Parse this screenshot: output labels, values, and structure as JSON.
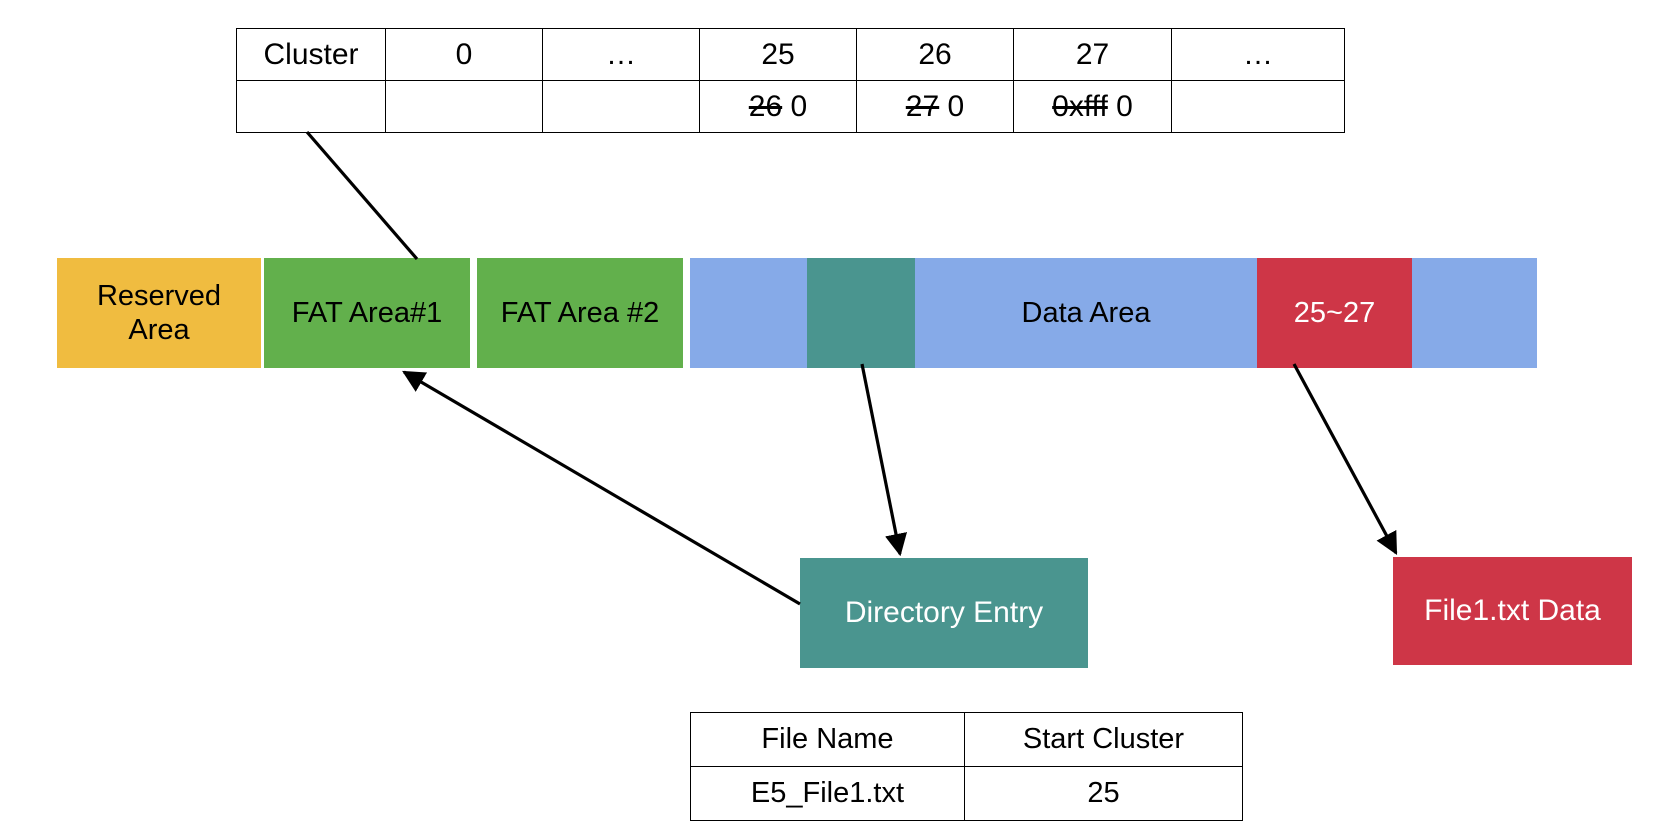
{
  "diagram": {
    "title": "FAT file system deleted-file recovery diagram",
    "colors": {
      "reserved": "#F0BC40",
      "fat": "#62B04C",
      "data": "#86AAE8",
      "directory": "#4A958F",
      "file": "#CE3647",
      "line": "#000000",
      "text_dark": "#000000",
      "text_light": "#FFFFFF",
      "border": "#000000"
    }
  },
  "fat_table": {
    "header_label": "Cluster",
    "columns": [
      {
        "key": "label",
        "header": "Cluster",
        "value": ""
      },
      {
        "key": "c0",
        "header": "0",
        "value": ""
      },
      {
        "key": "gap1",
        "header": "…",
        "value": ""
      },
      {
        "key": "c25",
        "header": "25",
        "value_struck": "26",
        "value_plain": "0"
      },
      {
        "key": "c26",
        "header": "26",
        "value_struck": "27",
        "value_plain": "0"
      },
      {
        "key": "c27",
        "header": "27",
        "value_struck": "0xfff",
        "value_plain": "0"
      },
      {
        "key": "gap2",
        "header": "…",
        "value": ""
      }
    ]
  },
  "allocation_bar": {
    "segments": [
      {
        "name": "reserved-area",
        "label": "Reserved\nArea",
        "line1": "Reserved",
        "line2": "Area",
        "color": "#F0BC40",
        "text_color": "#000000"
      },
      {
        "name": "fat-area-1",
        "label": "FAT Area#1",
        "color": "#62B04C",
        "text_color": "#000000"
      },
      {
        "name": "fat-area-2",
        "label": "FAT Area #2",
        "color": "#62B04C",
        "text_color": "#000000"
      },
      {
        "name": "data-area-pre",
        "label": "",
        "color": "#86AAE8",
        "text_color": "#000000"
      },
      {
        "name": "directory-entry-slot",
        "label": "",
        "color": "#4A958F",
        "text_color": "#FFFFFF"
      },
      {
        "name": "data-area",
        "label": "Data Area",
        "color": "#86AAE8",
        "text_color": "#000000"
      },
      {
        "name": "clusters-25-27",
        "label": "25~27",
        "color": "#CE3647",
        "text_color": "#FFFFFF"
      },
      {
        "name": "data-area-post",
        "label": "",
        "color": "#86AAE8",
        "text_color": "#000000"
      }
    ]
  },
  "callouts": {
    "directory_entry": {
      "label": "Directory Entry",
      "color": "#4A958F"
    },
    "file_data": {
      "label": "File1.txt Data",
      "color": "#CE3647"
    }
  },
  "dir_table": {
    "headers": [
      "File Name",
      "Start Cluster"
    ],
    "rows": [
      {
        "file_name": "E5_File1.txt",
        "start_cluster": "25"
      }
    ]
  }
}
